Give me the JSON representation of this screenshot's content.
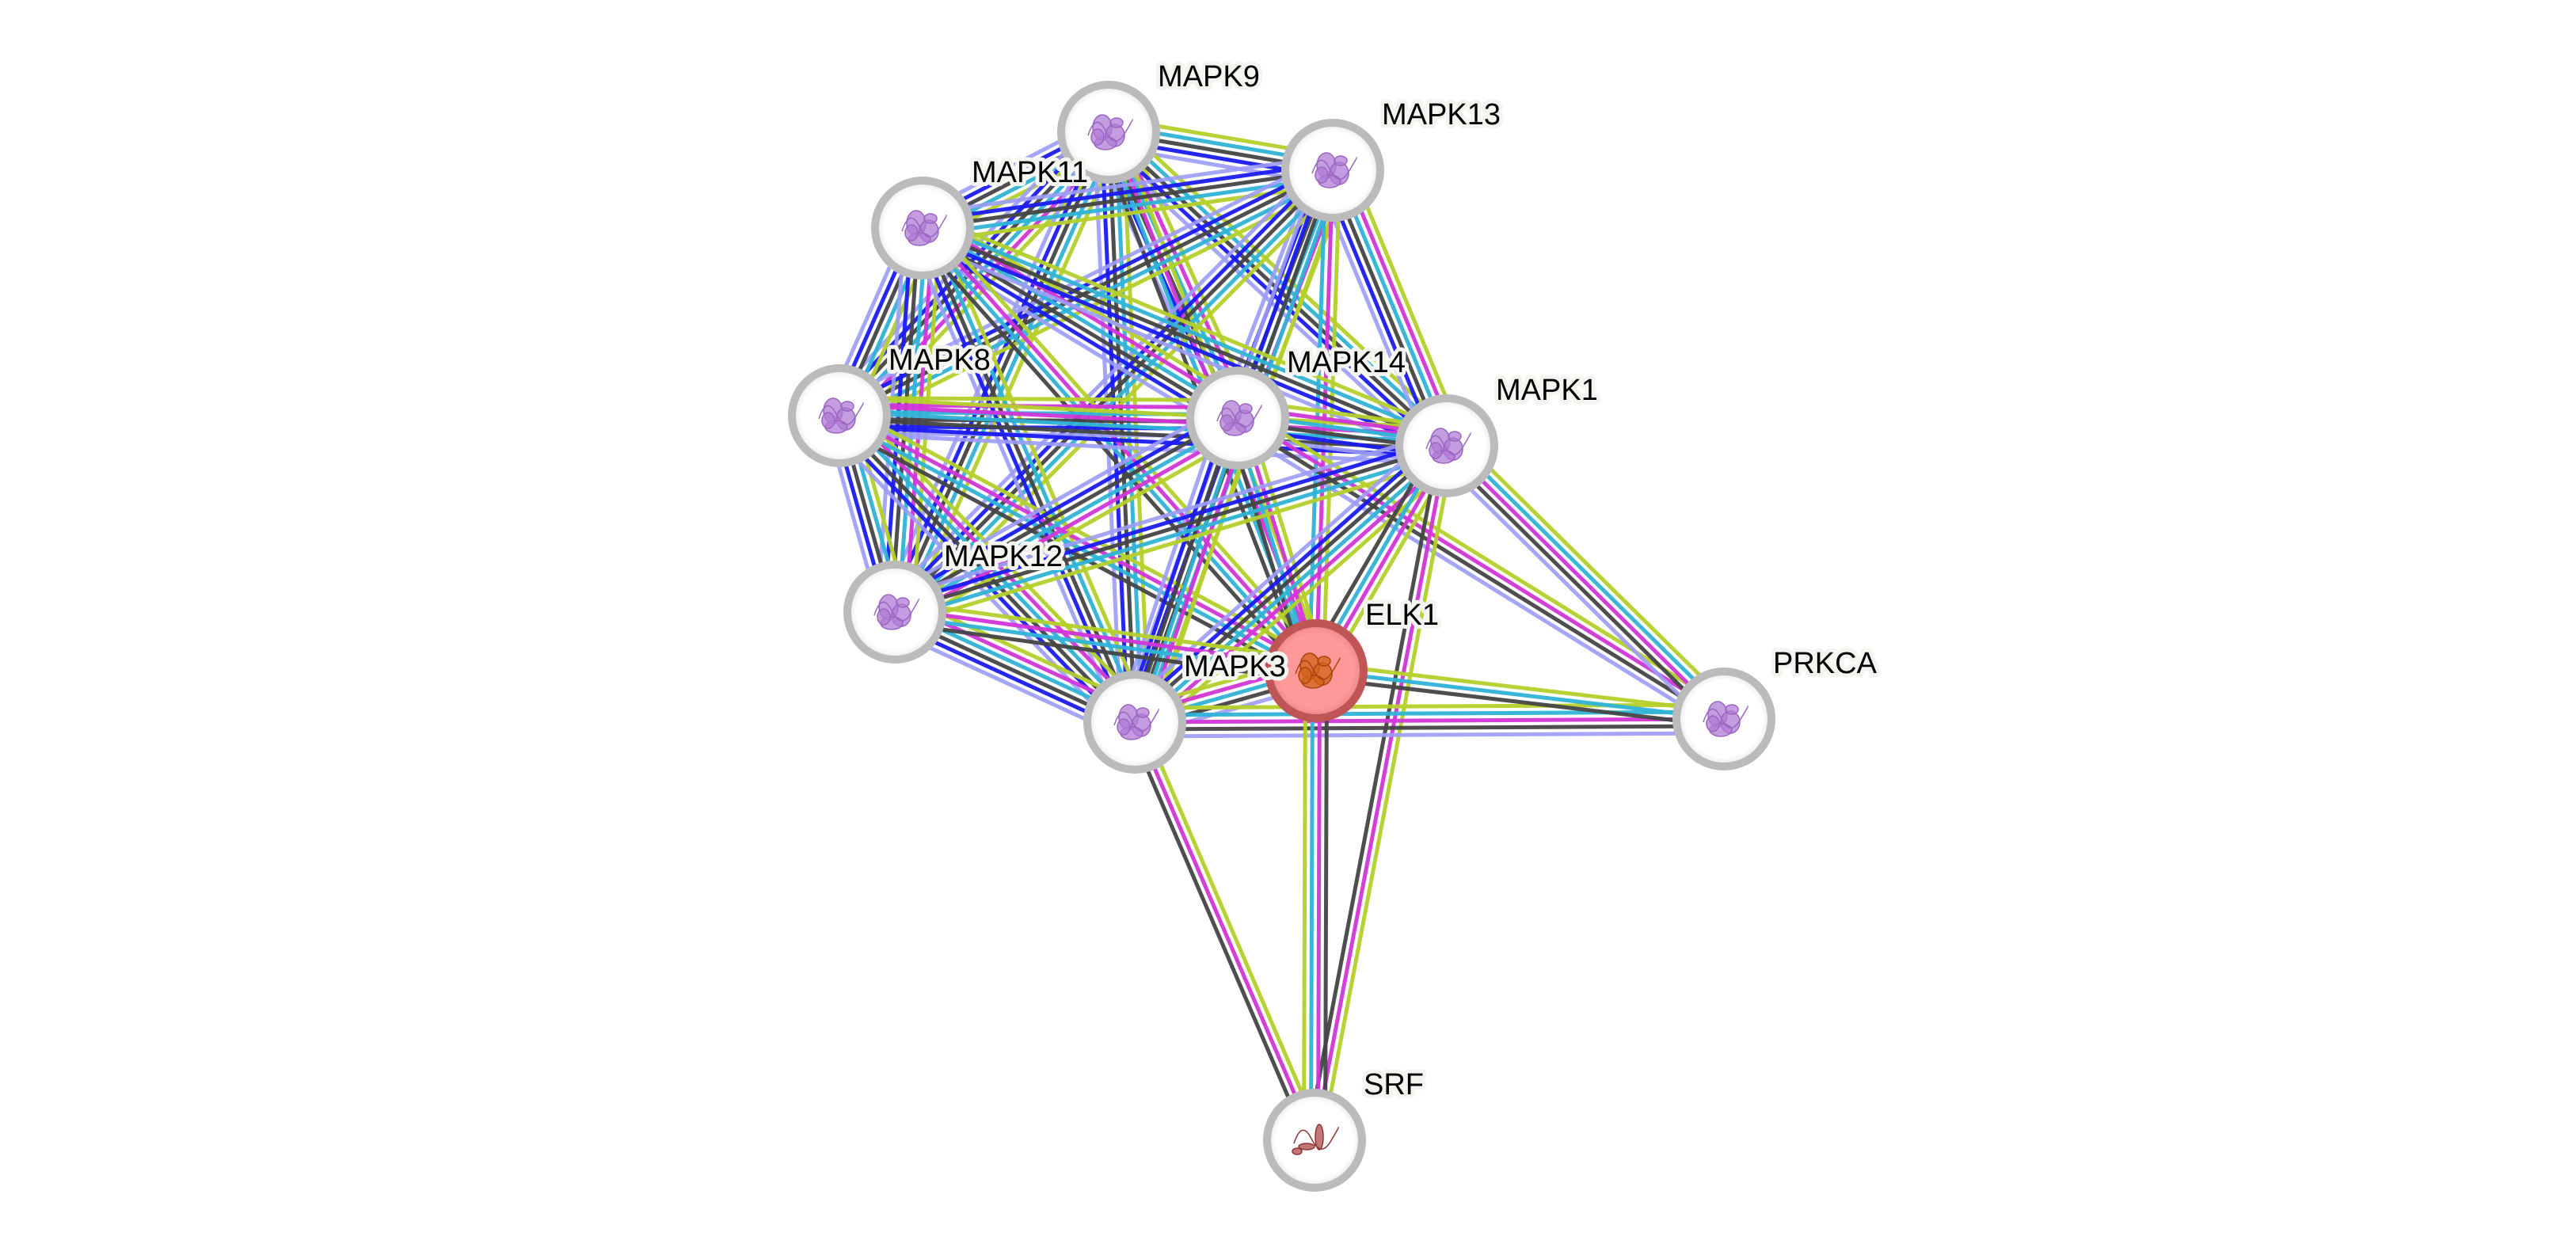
{
  "network": {
    "evidence_colors": {
      "textmining": "#B4D02B",
      "coexpression": "#444444",
      "database": "#2FB3D6",
      "experiments": "#D235D8",
      "homology": "#9C9CF8",
      "cooccurrence": "#1A1AF2"
    },
    "query_node_color": "#FF9999",
    "query_node_border": "#C05555",
    "node_border": "#BBBBBB",
    "nodes": [
      {
        "id": "MAPK9",
        "label": "MAPK9",
        "query": false,
        "structure": "purple-kinase"
      },
      {
        "id": "MAPK13",
        "label": "MAPK13",
        "query": false,
        "structure": "purple-kinase"
      },
      {
        "id": "MAPK11",
        "label": "MAPK11",
        "query": false,
        "structure": "purple-kinase"
      },
      {
        "id": "MAPK8",
        "label": "MAPK8",
        "query": false,
        "structure": "purple-kinase"
      },
      {
        "id": "MAPK14",
        "label": "MAPK14",
        "query": false,
        "structure": "purple-kinase"
      },
      {
        "id": "MAPK1",
        "label": "MAPK1",
        "query": false,
        "structure": "purple-kinase"
      },
      {
        "id": "MAPK12",
        "label": "MAPK12",
        "query": false,
        "structure": "purple-kinase"
      },
      {
        "id": "MAPK3",
        "label": "MAPK3",
        "query": false,
        "structure": "purple-kinase"
      },
      {
        "id": "ELK1",
        "label": "ELK1",
        "query": true,
        "structure": "orange-helical"
      },
      {
        "id": "PRKCA",
        "label": "PRKCA",
        "query": false,
        "structure": "purple-kinase"
      },
      {
        "id": "SRF",
        "label": "SRF",
        "query": false,
        "structure": "red-helical"
      }
    ],
    "edges": [
      {
        "a": "MAPK9",
        "b": "MAPK13",
        "ev": [
          "textmining",
          "database",
          "coexpression",
          "cooccurrence",
          "homology"
        ]
      },
      {
        "a": "MAPK9",
        "b": "MAPK11",
        "ev": [
          "textmining",
          "database",
          "coexpression",
          "cooccurrence",
          "homology"
        ]
      },
      {
        "a": "MAPK9",
        "b": "MAPK8",
        "ev": [
          "textmining",
          "experiments",
          "database",
          "coexpression",
          "cooccurrence",
          "homology"
        ]
      },
      {
        "a": "MAPK9",
        "b": "MAPK14",
        "ev": [
          "textmining",
          "experiments",
          "database",
          "coexpression",
          "cooccurrence",
          "homology"
        ]
      },
      {
        "a": "MAPK9",
        "b": "MAPK1",
        "ev": [
          "textmining",
          "database",
          "coexpression",
          "cooccurrence",
          "homology"
        ]
      },
      {
        "a": "MAPK9",
        "b": "MAPK12",
        "ev": [
          "textmining",
          "database",
          "coexpression",
          "cooccurrence",
          "homology"
        ]
      },
      {
        "a": "MAPK9",
        "b": "MAPK3",
        "ev": [
          "textmining",
          "database",
          "coexpression",
          "cooccurrence",
          "homology"
        ]
      },
      {
        "a": "MAPK9",
        "b": "ELK1",
        "ev": [
          "textmining",
          "experiments",
          "database",
          "coexpression"
        ]
      },
      {
        "a": "MAPK13",
        "b": "MAPK11",
        "ev": [
          "textmining",
          "database",
          "coexpression",
          "cooccurrence",
          "homology"
        ]
      },
      {
        "a": "MAPK13",
        "b": "MAPK8",
        "ev": [
          "textmining",
          "database",
          "coexpression",
          "cooccurrence",
          "homology"
        ]
      },
      {
        "a": "MAPK13",
        "b": "MAPK14",
        "ev": [
          "textmining",
          "experiments",
          "database",
          "coexpression",
          "cooccurrence",
          "homology"
        ]
      },
      {
        "a": "MAPK13",
        "b": "MAPK1",
        "ev": [
          "textmining",
          "experiments",
          "database",
          "coexpression",
          "cooccurrence",
          "homology"
        ]
      },
      {
        "a": "MAPK13",
        "b": "MAPK12",
        "ev": [
          "textmining",
          "database",
          "coexpression",
          "cooccurrence",
          "homology"
        ]
      },
      {
        "a": "MAPK13",
        "b": "MAPK3",
        "ev": [
          "textmining",
          "database",
          "coexpression",
          "cooccurrence",
          "homology"
        ]
      },
      {
        "a": "MAPK13",
        "b": "ELK1",
        "ev": [
          "textmining",
          "experiments",
          "database"
        ]
      },
      {
        "a": "MAPK11",
        "b": "MAPK8",
        "ev": [
          "textmining",
          "database",
          "coexpression",
          "cooccurrence",
          "homology"
        ]
      },
      {
        "a": "MAPK11",
        "b": "MAPK14",
        "ev": [
          "textmining",
          "experiments",
          "database",
          "coexpression",
          "cooccurrence",
          "homology"
        ]
      },
      {
        "a": "MAPK11",
        "b": "MAPK1",
        "ev": [
          "textmining",
          "database",
          "coexpression",
          "cooccurrence",
          "homology"
        ]
      },
      {
        "a": "MAPK11",
        "b": "MAPK12",
        "ev": [
          "textmining",
          "experiments",
          "database",
          "coexpression",
          "cooccurrence",
          "homology"
        ]
      },
      {
        "a": "MAPK11",
        "b": "MAPK3",
        "ev": [
          "textmining",
          "database",
          "coexpression",
          "cooccurrence",
          "homology"
        ]
      },
      {
        "a": "MAPK11",
        "b": "ELK1",
        "ev": [
          "textmining",
          "experiments",
          "database",
          "coexpression"
        ]
      },
      {
        "a": "MAPK8",
        "b": "MAPK14",
        "ev": [
          "textmining",
          "experiments",
          "database",
          "coexpression",
          "cooccurrence",
          "homology"
        ]
      },
      {
        "a": "MAPK8",
        "b": "MAPK1",
        "ev": [
          "textmining",
          "experiments",
          "database",
          "coexpression",
          "cooccurrence",
          "homology"
        ]
      },
      {
        "a": "MAPK8",
        "b": "MAPK12",
        "ev": [
          "textmining",
          "database",
          "coexpression",
          "cooccurrence",
          "homology"
        ]
      },
      {
        "a": "MAPK8",
        "b": "MAPK3",
        "ev": [
          "textmining",
          "experiments",
          "database",
          "coexpression",
          "cooccurrence",
          "homology"
        ]
      },
      {
        "a": "MAPK8",
        "b": "ELK1",
        "ev": [
          "textmining",
          "experiments",
          "database",
          "coexpression"
        ]
      },
      {
        "a": "MAPK14",
        "b": "MAPK1",
        "ev": [
          "textmining",
          "experiments",
          "database",
          "coexpression",
          "cooccurrence",
          "homology"
        ]
      },
      {
        "a": "MAPK14",
        "b": "MAPK12",
        "ev": [
          "textmining",
          "experiments",
          "database",
          "coexpression",
          "cooccurrence",
          "homology"
        ]
      },
      {
        "a": "MAPK14",
        "b": "MAPK3",
        "ev": [
          "textmining",
          "experiments",
          "database",
          "coexpression",
          "cooccurrence",
          "homology"
        ]
      },
      {
        "a": "MAPK14",
        "b": "ELK1",
        "ev": [
          "textmining",
          "experiments",
          "database",
          "coexpression"
        ]
      },
      {
        "a": "MAPK14",
        "b": "PRKCA",
        "ev": [
          "textmining",
          "experiments",
          "coexpression",
          "homology"
        ]
      },
      {
        "a": "MAPK1",
        "b": "MAPK12",
        "ev": [
          "textmining",
          "database",
          "coexpression",
          "cooccurrence",
          "homology"
        ]
      },
      {
        "a": "MAPK1",
        "b": "MAPK3",
        "ev": [
          "textmining",
          "experiments",
          "database",
          "coexpression",
          "cooccurrence",
          "homology"
        ]
      },
      {
        "a": "MAPK1",
        "b": "ELK1",
        "ev": [
          "textmining",
          "experiments",
          "database",
          "coexpression"
        ]
      },
      {
        "a": "MAPK1",
        "b": "PRKCA",
        "ev": [
          "textmining",
          "database",
          "experiments",
          "coexpression",
          "homology"
        ]
      },
      {
        "a": "MAPK1",
        "b": "SRF",
        "ev": [
          "textmining",
          "experiments",
          "coexpression"
        ]
      },
      {
        "a": "MAPK12",
        "b": "MAPK3",
        "ev": [
          "textmining",
          "experiments",
          "database",
          "coexpression",
          "cooccurrence",
          "homology"
        ]
      },
      {
        "a": "MAPK12",
        "b": "ELK1",
        "ev": [
          "textmining",
          "experiments",
          "database",
          "coexpression"
        ]
      },
      {
        "a": "MAPK3",
        "b": "ELK1",
        "ev": [
          "textmining",
          "experiments",
          "database",
          "coexpression",
          "homology"
        ]
      },
      {
        "a": "MAPK3",
        "b": "PRKCA",
        "ev": [
          "textmining",
          "database",
          "experiments",
          "coexpression",
          "homology"
        ]
      },
      {
        "a": "MAPK3",
        "b": "SRF",
        "ev": [
          "textmining",
          "experiments",
          "coexpression"
        ]
      },
      {
        "a": "ELK1",
        "b": "PRKCA",
        "ev": [
          "textmining",
          "database",
          "coexpression"
        ]
      },
      {
        "a": "ELK1",
        "b": "SRF",
        "ev": [
          "coexpression",
          "experiments",
          "database",
          "textmining"
        ]
      }
    ]
  }
}
